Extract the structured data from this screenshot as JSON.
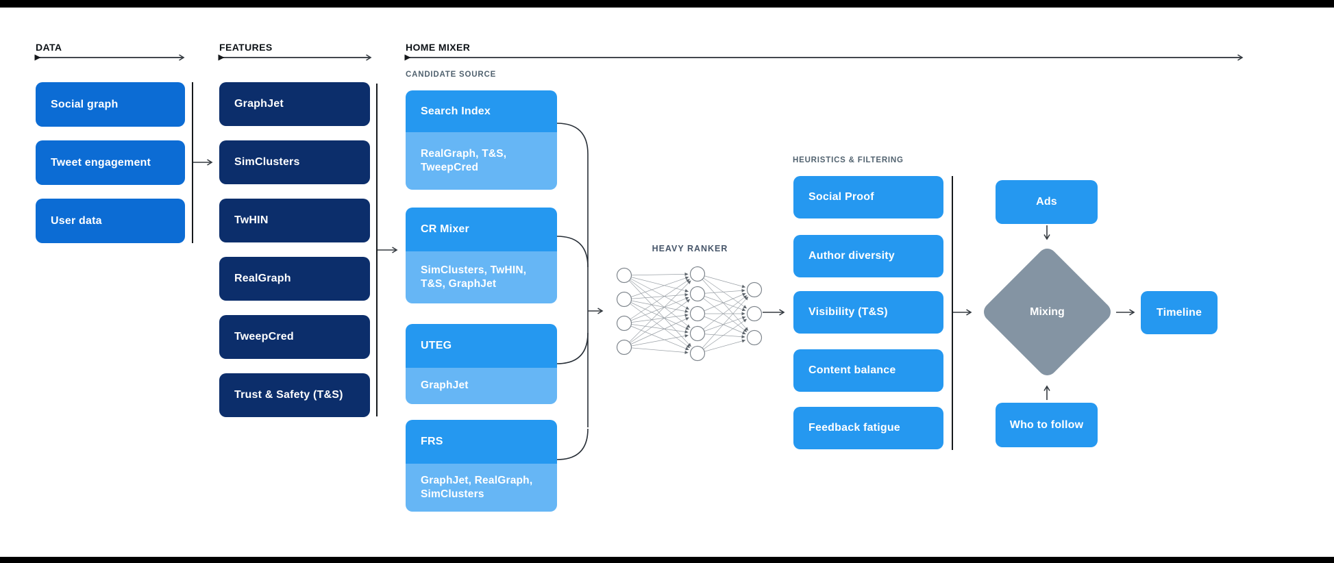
{
  "colors": {
    "data_box": "#0c6cd4",
    "feature_box": "#0c2e6b",
    "source_header": "#2598f0",
    "source_body": "#66b6f5",
    "filter_box": "#2598f0",
    "output_box": "#2598f0",
    "diamond": "#8494a3"
  },
  "sections": {
    "data": {
      "title": "DATA",
      "items": [
        "Social graph",
        "Tweet engagement",
        "User data"
      ]
    },
    "features": {
      "title": "FEATURES",
      "items": [
        "GraphJet",
        "SimClusters",
        "TwHIN",
        "RealGraph",
        "TweepCred",
        "Trust & Safety (T&S)"
      ]
    },
    "home_mixer": {
      "title": "HOME MIXER",
      "candidate_source": {
        "label": "CANDIDATE SOURCE",
        "items": [
          {
            "name": "Search Index",
            "sources": "RealGraph, T&S, TweepCred"
          },
          {
            "name": "CR Mixer",
            "sources": "SimClusters, TwHIN, T&S, GraphJet"
          },
          {
            "name": "UTEG",
            "sources": "GraphJet"
          },
          {
            "name": "FRS",
            "sources": "GraphJet, RealGraph, SimClusters"
          }
        ]
      },
      "heavy_ranker": {
        "label": "HEAVY RANKER",
        "network_layers": [
          4,
          5,
          3
        ]
      },
      "heuristics": {
        "label": "HEURISTICS & FILTERING",
        "items": [
          "Social Proof",
          "Author diversity",
          "Visibility (T&S)",
          "Content balance",
          "Feedback fatigue"
        ]
      },
      "mixing": {
        "ads": "Ads",
        "who_to_follow": "Who to follow",
        "node": "Mixing",
        "output": "Timeline"
      }
    }
  }
}
